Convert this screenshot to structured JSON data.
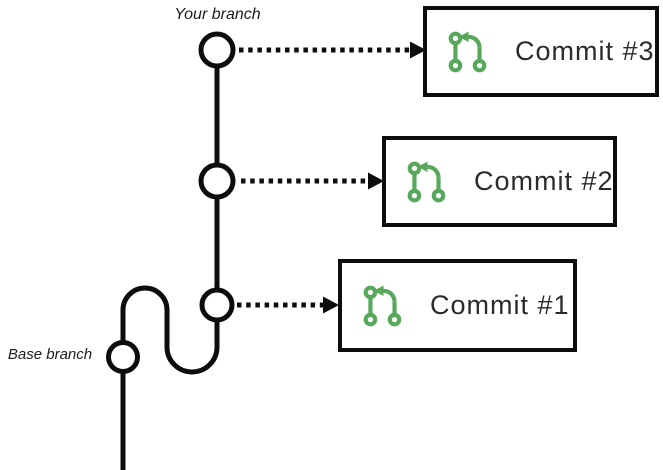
{
  "diagram": {
    "title": "git branch commits diagram",
    "labels": {
      "your_branch": "Your branch",
      "base_branch": "Base branch"
    },
    "commits": [
      {
        "label": "Commit #3"
      },
      {
        "label": "Commit #2"
      },
      {
        "label": "Commit #1"
      }
    ],
    "icons": {
      "commit_icon": "git-compare-icon"
    },
    "colors": {
      "icon_green": "#57A85A",
      "line_black": "#0d0d0d",
      "text_dark": "#2b2b2b"
    },
    "structure": {
      "nodes_on_your_branch": 3,
      "nodes_on_base_branch": 1,
      "arrow_style": "dotted"
    }
  }
}
